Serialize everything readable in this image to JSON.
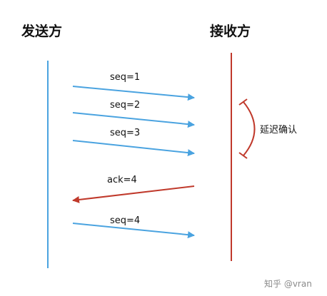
{
  "sender_title": "发送方",
  "receiver_title": "接收方",
  "colors": {
    "sender": "#4aa3e0",
    "receiver": "#c0392b",
    "text": "#111111",
    "watermark": "#8a8a8a"
  },
  "messages": [
    {
      "label": "seq=1",
      "direction": "sender-to-receiver"
    },
    {
      "label": "seq=2",
      "direction": "sender-to-receiver"
    },
    {
      "label": "seq=3",
      "direction": "sender-to-receiver"
    },
    {
      "label": "ack=4",
      "direction": "receiver-to-sender"
    },
    {
      "label": "seq=4",
      "direction": "sender-to-receiver"
    }
  ],
  "delay_label": "延迟确认",
  "watermark": "知乎 @vran"
}
